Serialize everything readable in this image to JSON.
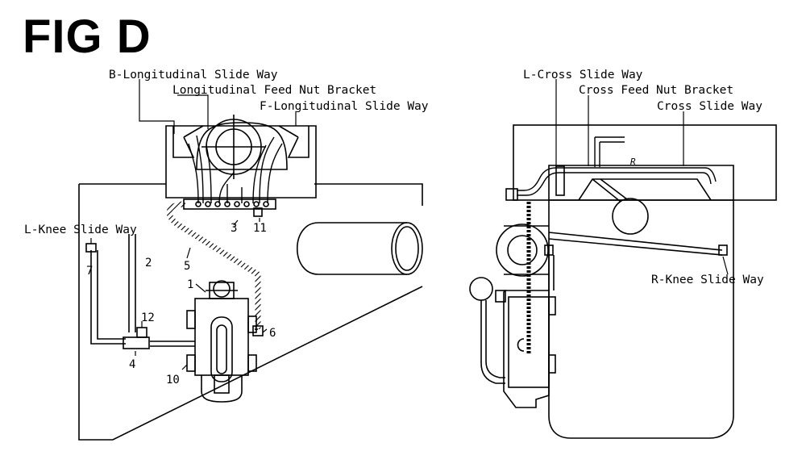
{
  "figure": {
    "title": "FIG D"
  },
  "left_view": {
    "labels": {
      "b_longitudinal_slide_way": "B-Longitudinal Slide Way",
      "longitudinal_feed_nut_bracket": "Longitudinal Feed Nut Bracket",
      "f_longitudinal_slide_way": "F-Longitudinal Slide Way",
      "l_knee_slide_way": "L-Knee Slide Way"
    },
    "callouts": {
      "c1": "1",
      "c2": "2",
      "c3": "3",
      "c4": "4",
      "c5": "5",
      "c6": "6",
      "c7": "7",
      "c10": "10",
      "c11": "11",
      "c12": "12"
    }
  },
  "right_view": {
    "labels": {
      "l_cross_slide_way": "L-Cross Slide Way",
      "cross_feed_nut_bracket": "Cross Feed Nut Bracket",
      "cross_slide_way": "Cross Slide Way",
      "r_knee_slide_way": "R-Knee Slide Way"
    },
    "mark_r": "R"
  },
  "colors": {
    "line": "#000000",
    "background": "#ffffff"
  }
}
